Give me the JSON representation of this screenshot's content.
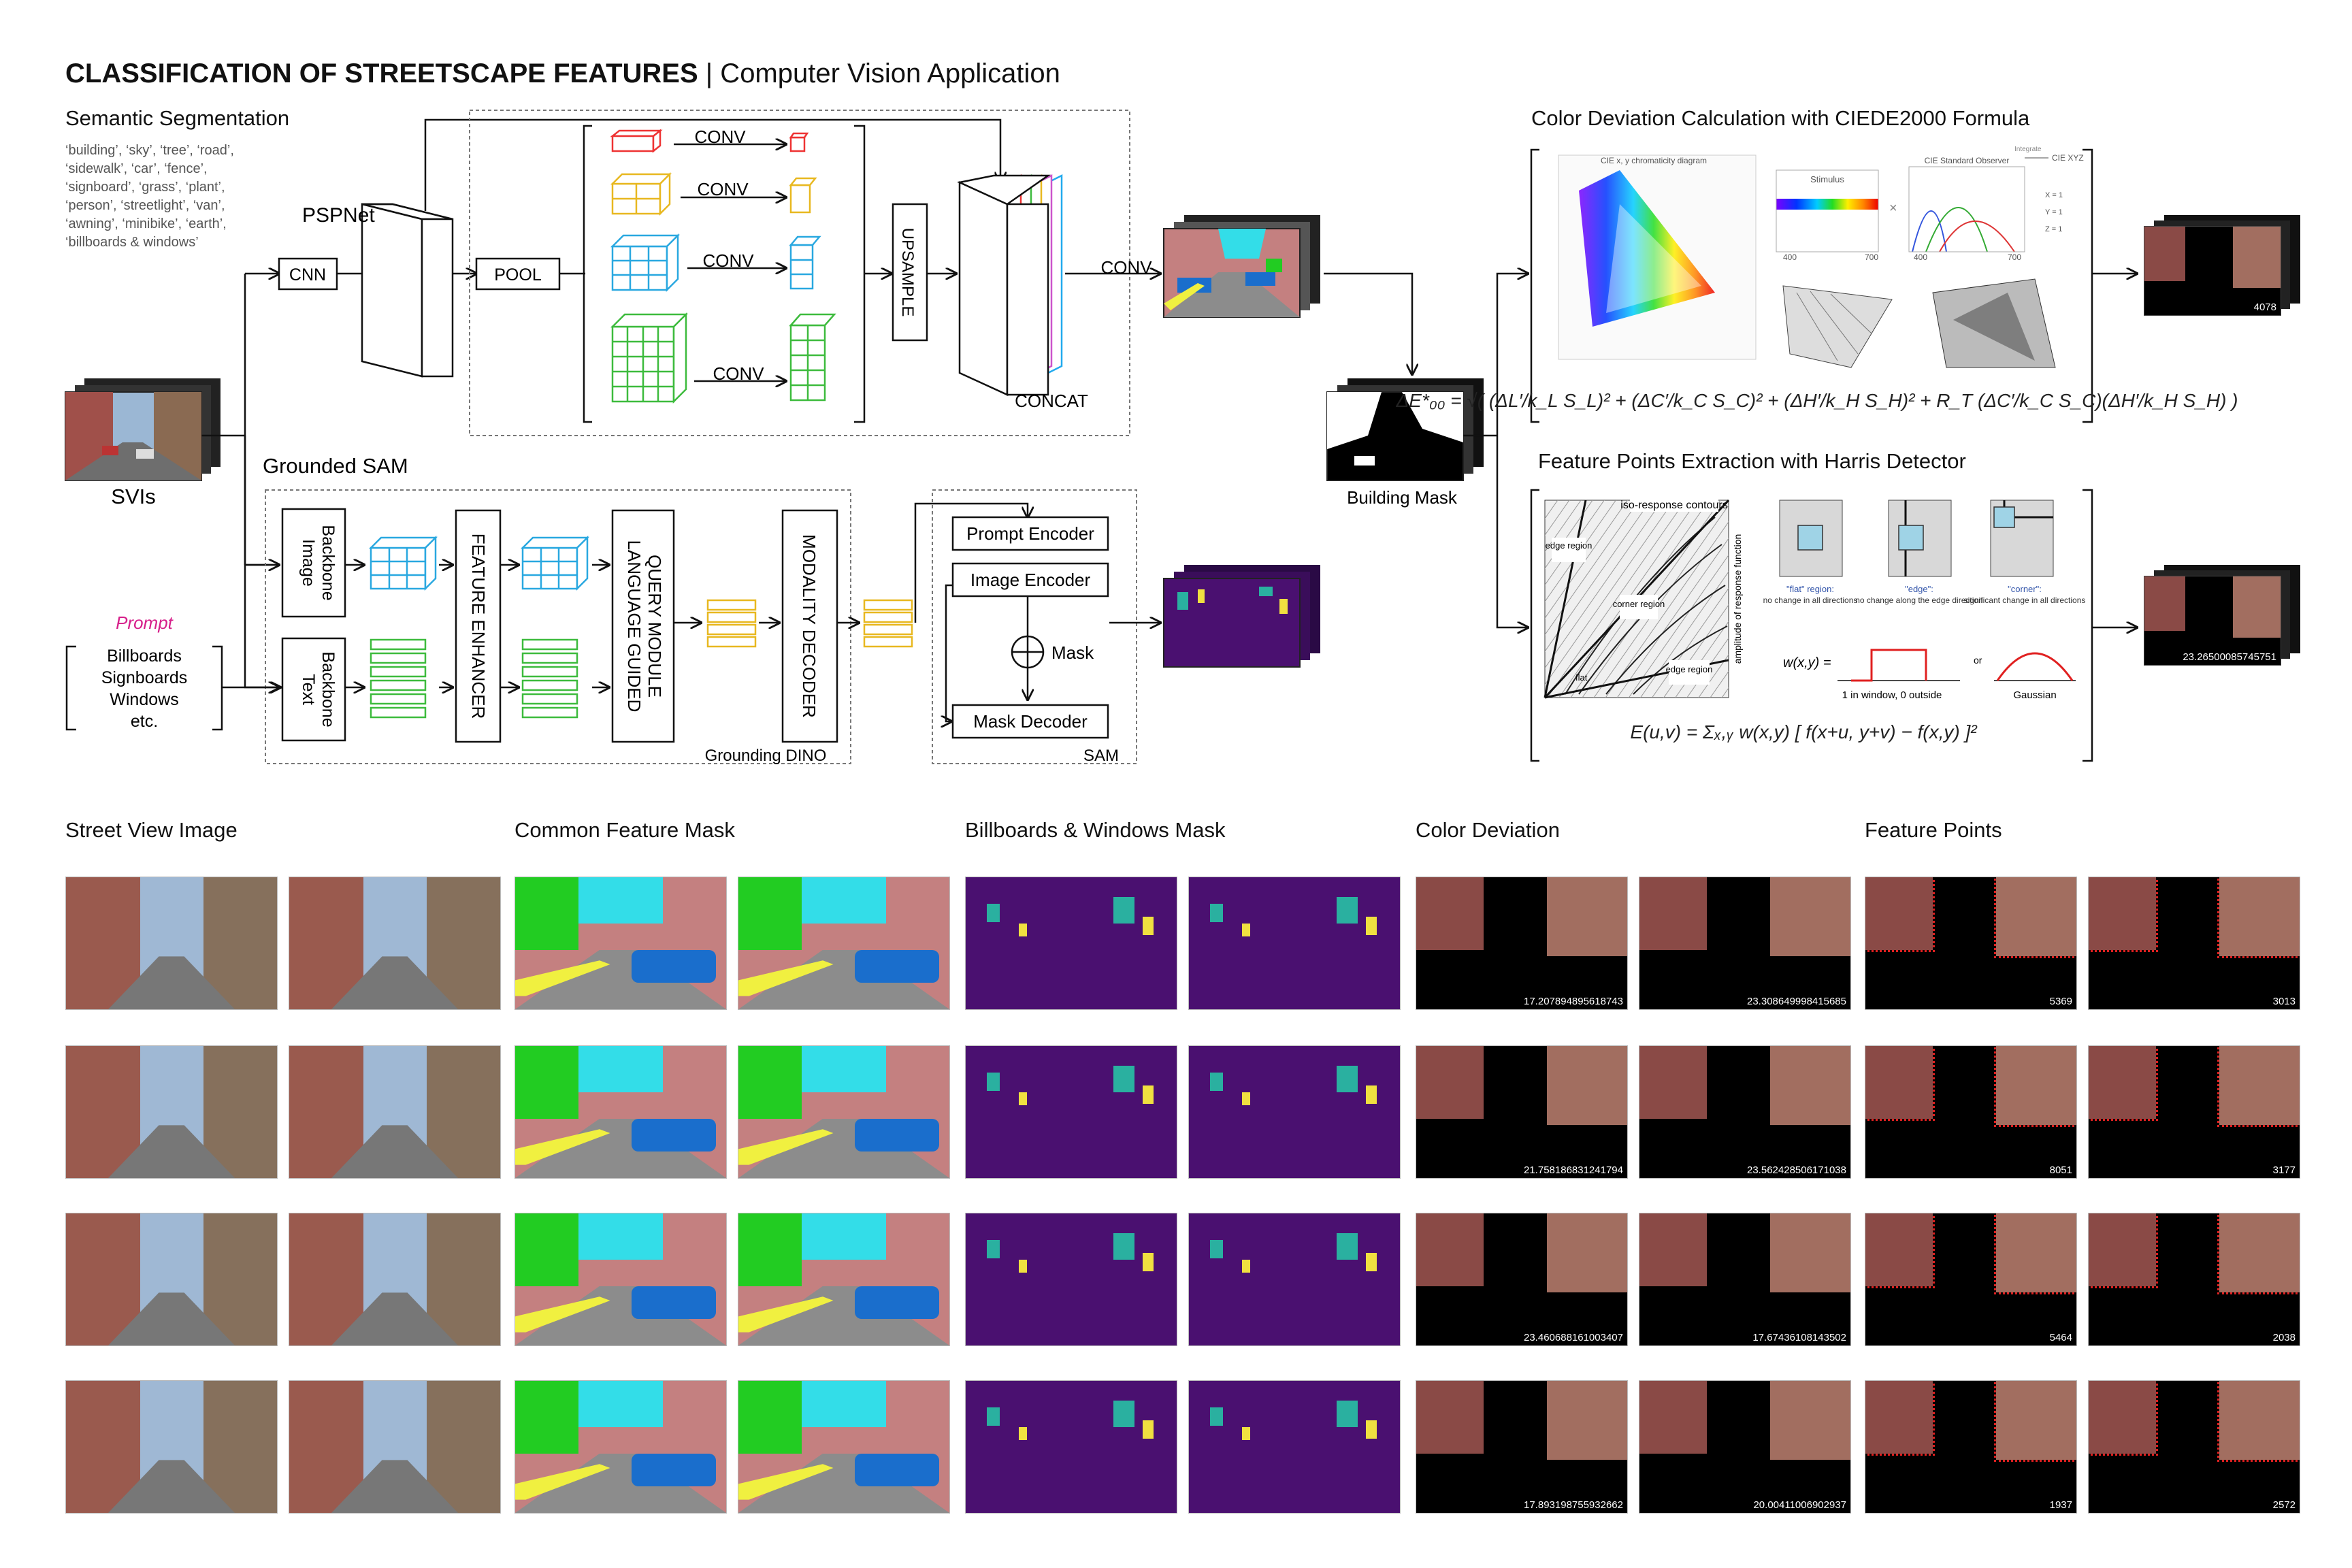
{
  "title": {
    "bold": "CLASSIFICATION OF STREETSCAPE FEATURES",
    "rest": "| Computer Vision Application"
  },
  "semantic": {
    "heading": "Semantic Segmentation",
    "classes": [
      "‘building’, ‘sky’, ‘tree’, ‘road’,",
      "‘sidewalk’, ‘car’, ‘fence’,",
      "‘signboard’, ‘grass’, ‘plant’,",
      "‘person’, ‘streetlight’, ‘van’,",
      "‘awning’, ‘minibike’, ‘earth’,",
      "‘billboards & windows’"
    ]
  },
  "pspnet": {
    "label": "PSPNet",
    "cnn": "CNN",
    "pool": "POOL",
    "conv": "CONV",
    "upsample": "UPSAMPLE",
    "concat": "CONCAT"
  },
  "svis": {
    "label": "SVIs"
  },
  "prompt": {
    "label": "Prompt",
    "lines": [
      "Billboards",
      "Signboards",
      "Windows",
      "etc."
    ]
  },
  "grounded_sam": {
    "label": "Grounded SAM",
    "image_backbone": [
      "Image",
      "Backbone"
    ],
    "text_backbone": [
      "Text",
      "Backbone"
    ],
    "feature_enhancer": "FEATURE ENHANCER",
    "language_guided": [
      "LANGUAGE GUIDED",
      "QUERY MODULE"
    ],
    "modality_decoder": "MODALITY DECODER",
    "grounding_dino": "Grounding DINO",
    "prompt_encoder": "Prompt Encoder",
    "image_encoder": "Image Encoder",
    "mask": "Mask",
    "mask_decoder": "Mask Decoder",
    "sam": "SAM"
  },
  "building_mask": {
    "label": "Building Mask"
  },
  "ciede": {
    "heading": "Color Deviation Calculation with CIEDE2000 Formula",
    "output_value": "4078",
    "stimulus": "Stimulus",
    "observer": "CIE Standard Observer",
    "cie_xyz": "CIE XYZ",
    "integrate": "Integrate",
    "xyz": [
      "X = 1",
      "Y = 1",
      "Z = 1"
    ],
    "axis_400": "400",
    "axis_700": "700",
    "chromaticity": "CIE x, y chromaticity diagram",
    "formula": "ΔE*₀₀ = √( (ΔL′/k_L S_L)² + (ΔC′/k_C S_C)² + (ΔH′/k_H S_H)² + R_T (ΔC′/k_C S_C)(ΔH′/k_H S_H) )"
  },
  "harris": {
    "heading": "Feature Points Extraction with Harris Detector",
    "output_value": "23.26500085745751",
    "iso": "iso-response contours",
    "edge_region": "edge region",
    "corner_region": "corner region",
    "flat": "flat",
    "flat_region": "\"flat\" region:",
    "flat_desc": "no change in all directions",
    "edge": "\"edge\":",
    "edge_desc": "no change along the edge direction",
    "corner": "\"corner\":",
    "corner_desc": "significant change in all directions",
    "wxy": "w(x,y) =",
    "window": "1 in window, 0 outside",
    "or": "or",
    "gaussian": "Gaussian",
    "amplitude": "amplitude of response function",
    "formula": "E(u,v) = Σₓ,ᵧ w(x,y) [ f(x+u, y+v) − f(x,y) ]²"
  },
  "gallery": {
    "headings": [
      "Street View Image",
      "Common Feature Mask",
      "Billboards & Windows Mask",
      "Color Deviation",
      "Feature Points"
    ],
    "rows": [
      {
        "color_dev": [
          "17.207894895618743",
          "23.308649998415685"
        ],
        "feature_pts": [
          "5369",
          "3013"
        ]
      },
      {
        "color_dev": [
          "21.758186831241794",
          "23.562428506171038"
        ],
        "feature_pts": [
          "8051",
          "3177"
        ]
      },
      {
        "color_dev": [
          "23.460688161003407",
          "17.67436108143502"
        ],
        "feature_pts": [
          "5464",
          "2038"
        ]
      },
      {
        "color_dev": [
          "17.893198755932662",
          "20.00411006902937"
        ],
        "feature_pts": [
          "1937",
          "2572"
        ]
      }
    ]
  },
  "colors": {
    "building": "#c48080",
    "sky": "#33dde8",
    "tree": "#22cc22",
    "road": "#8c8c8c",
    "sidewalk": "#f0f040",
    "car": "#1a6ecc",
    "mask_bg": "#4a1070",
    "feature": "#e02020"
  }
}
